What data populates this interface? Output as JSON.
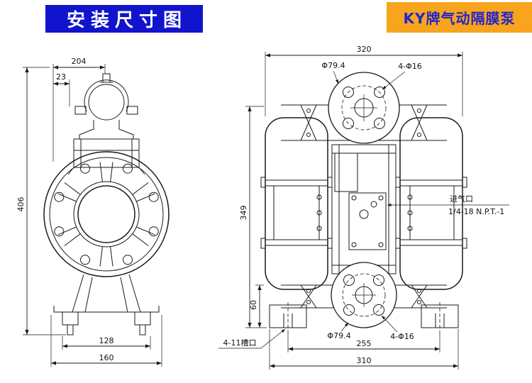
{
  "header": {
    "title": "安装尺寸图",
    "product": "KY牌气动隔膜泵"
  },
  "colors": {
    "title_banner_bg": "#1114cc",
    "title_text": "#ffffff",
    "product_banner_bg": "#f8a41d",
    "product_text": "#2326c9",
    "line_color": "#1a1a1a"
  },
  "front_view": {
    "dim_top_width": "204",
    "dim_top_offset": "23",
    "dim_height": "406",
    "dim_base_inner": "128",
    "dim_base_outer": "160"
  },
  "side_view": {
    "dim_overall_width": "320",
    "top_flange_dia": "Φ79.4",
    "top_flange_holes": "4-Φ16",
    "dim_height": "349",
    "dim_foot_height": "60",
    "foot_slot_label": "4-11槽口",
    "bottom_flange_dia": "Φ79.4",
    "bottom_flange_holes": "4-Φ16",
    "dim_bolt_span": "255",
    "dim_base_width": "310",
    "air_inlet_label": "进气口",
    "air_inlet_thread": "1/4-18 N.P.T.-1"
  }
}
